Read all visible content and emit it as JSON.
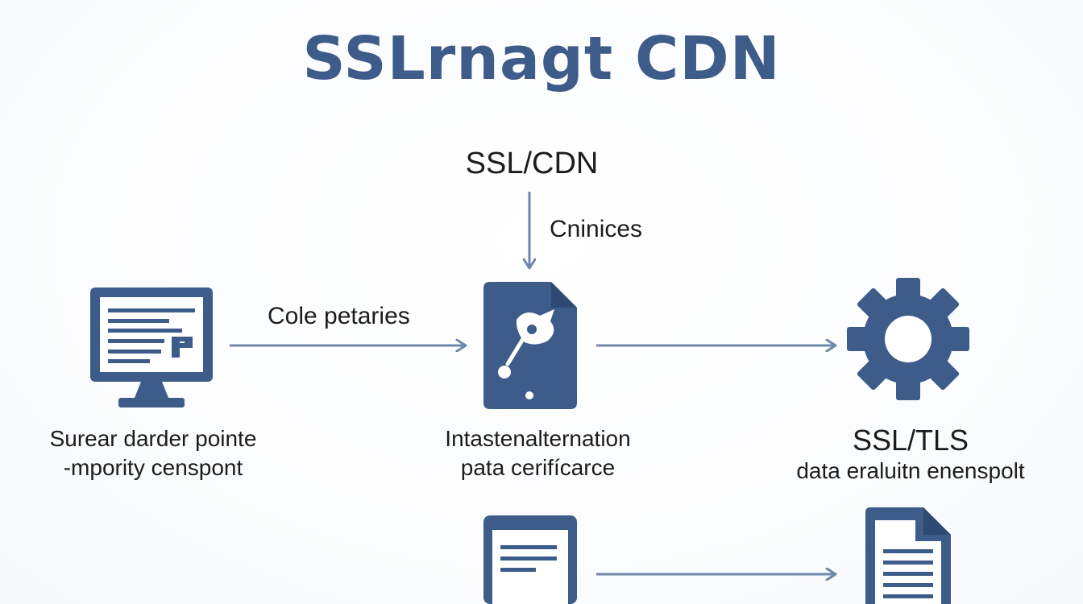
{
  "title": "SSLrnagt CDN",
  "top_node": {
    "label": "SSL/CDN"
  },
  "edge_labels": {
    "top_to_center": "Cninices",
    "left_to_center": "Cole petaries"
  },
  "nodes": {
    "left": {
      "icon": "monitor-icon",
      "caption_line1": "Surear darder pointe",
      "caption_line2": "-mpority censpont"
    },
    "center": {
      "icon": "certificate-phone-icon",
      "caption_line1": "Intastenalternation",
      "caption_line2": "pata cerifícarce"
    },
    "right": {
      "icon": "gear-icon",
      "caption_line1": "SSL/TLS",
      "caption_line2": "data eraluitn enenspolt"
    },
    "bottom_center": {
      "icon": "browser-window-icon"
    },
    "bottom_right": {
      "icon": "document-icon"
    }
  },
  "colors": {
    "primary": "#3d5c89",
    "arrow": "#6e87ab",
    "text": "#1c1c1c"
  }
}
